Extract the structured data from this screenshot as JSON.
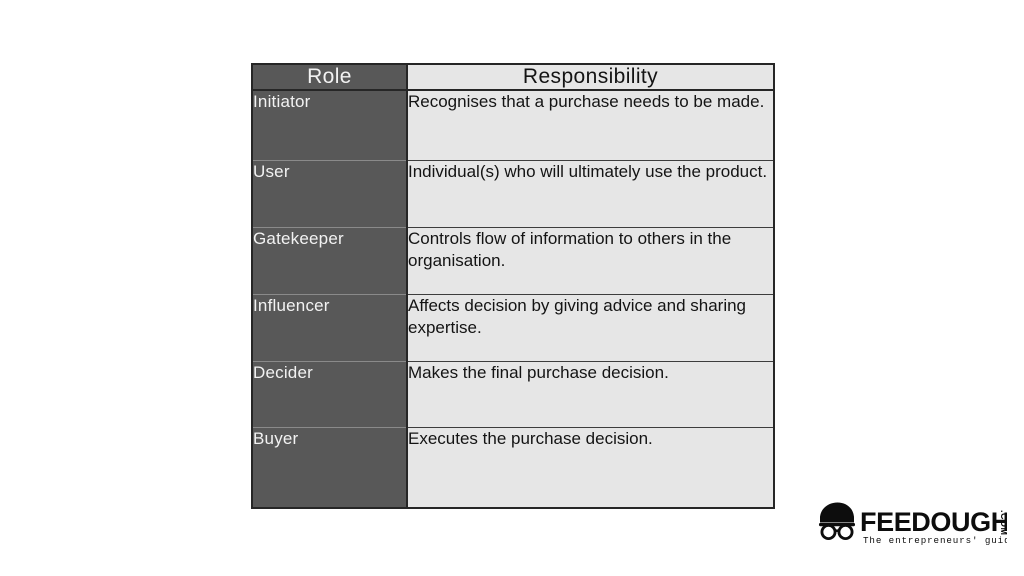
{
  "page": {
    "background_color": "#ffffff"
  },
  "table": {
    "name": "buying-centre-roles",
    "header_bg_role": "#585858",
    "header_bg_resp": "#e6e6e6",
    "role_cell_bg": "#585858",
    "role_cell_color": "#f2f2f2",
    "resp_cell_bg": "#e6e6e6",
    "resp_cell_color": "#141414",
    "border_color": "#262626",
    "columns": [
      {
        "key": "role",
        "label": "Role"
      },
      {
        "key": "responsibility",
        "label": "Responsibility"
      }
    ],
    "rows": [
      {
        "role": "Initiator",
        "responsibility": "Recognises that a purchase needs to be made."
      },
      {
        "role": "User",
        "responsibility": "Individual(s) who will ultimately use the product."
      },
      {
        "role": "Gatekeeper",
        "responsibility": "Controls flow of information to others in the organisation."
      },
      {
        "role": "Influencer",
        "responsibility": "Affects decision by giving advice and sharing expertise."
      },
      {
        "role": "Decider",
        "responsibility": "Makes the final purchase decision."
      },
      {
        "role": "Buyer",
        "responsibility": "Executes the purchase decision."
      }
    ]
  },
  "logo": {
    "icon_name": "feedough-face-icon",
    "wordmark": "FEEDOUGH",
    "domain_suffix": ".COM",
    "tagline": "The entrepreneurs' guide",
    "color": "#0d0d0d"
  }
}
